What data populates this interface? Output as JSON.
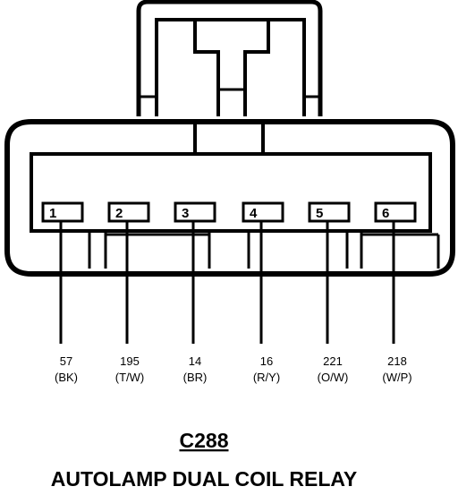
{
  "connector": {
    "id": "C288",
    "name": "AUTOLAMP DUAL COIL RELAY"
  },
  "pins": [
    {
      "number": "1",
      "circuit": "57",
      "color": "(BK)"
    },
    {
      "number": "2",
      "circuit": "195",
      "color": "(T/W)"
    },
    {
      "number": "3",
      "circuit": "14",
      "color": "(BR)"
    },
    {
      "number": "4",
      "circuit": "16",
      "color": "(R/Y)"
    },
    {
      "number": "5",
      "circuit": "221",
      "color": "(O/W)"
    },
    {
      "number": "6",
      "circuit": "218",
      "color": "(W/P)"
    }
  ]
}
